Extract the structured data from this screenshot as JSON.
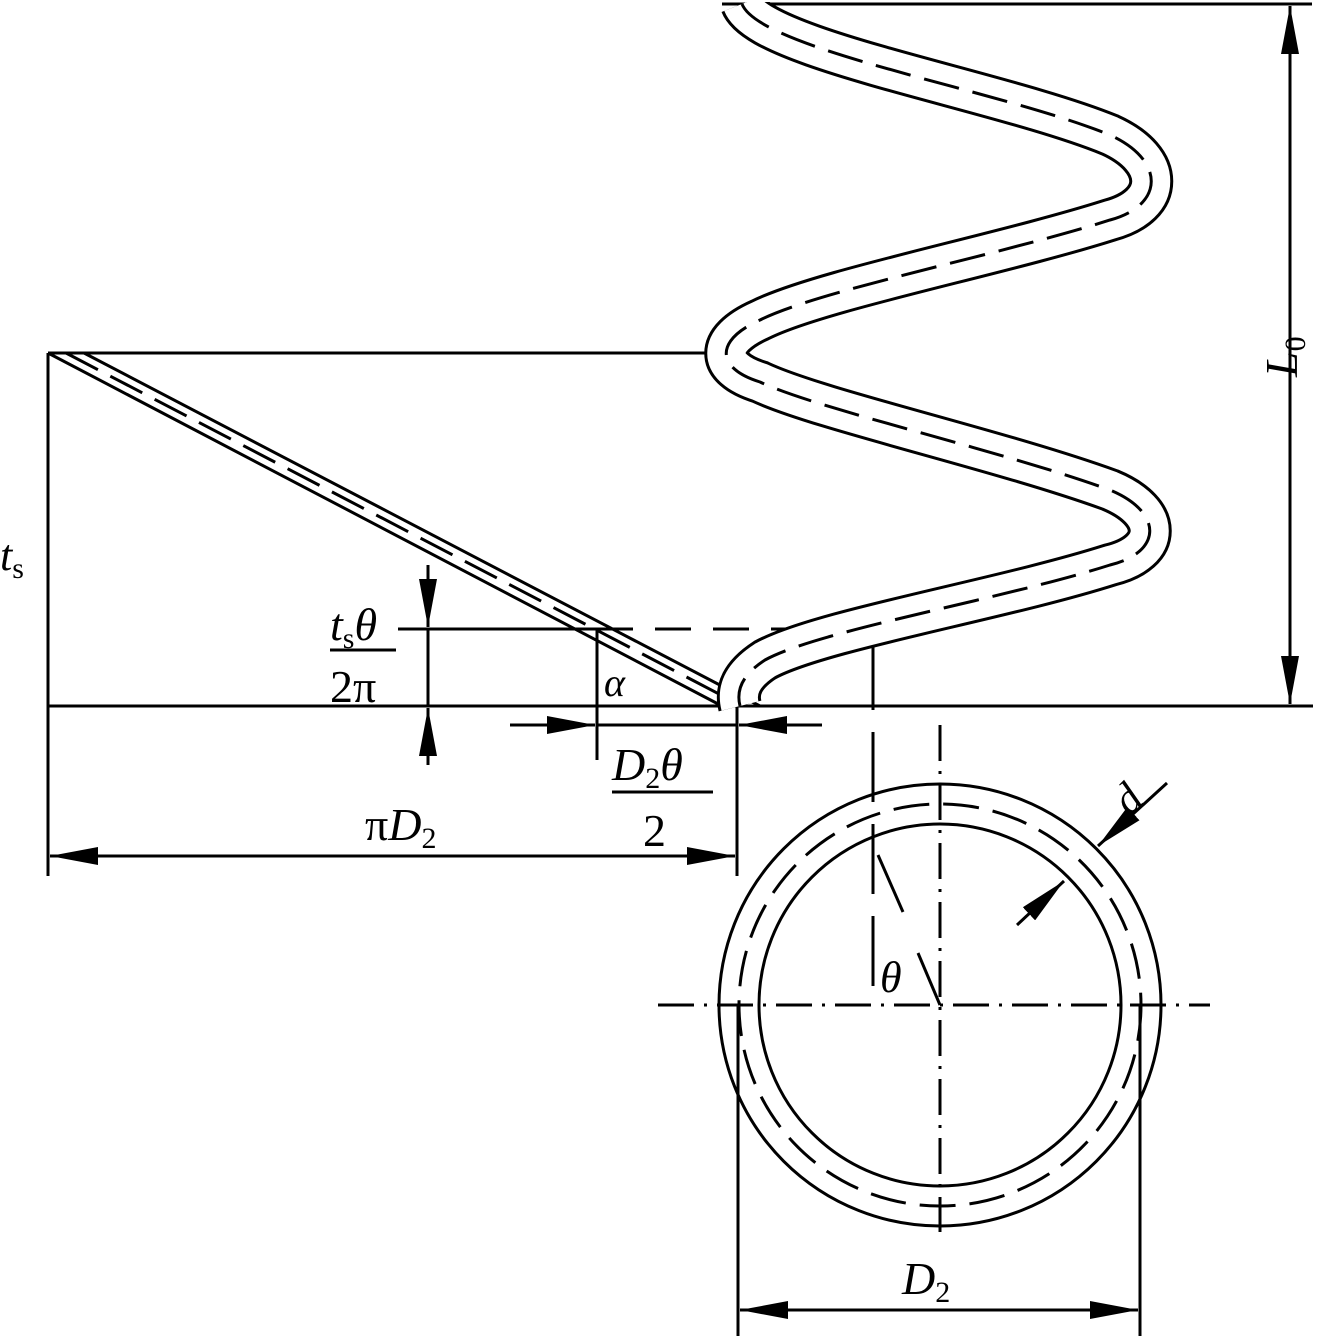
{
  "colors": {
    "ink": "#000000",
    "background": "#ffffff"
  },
  "labels": {
    "ts": {
      "main": "t",
      "sub": "s"
    },
    "ts_theta_num": {
      "main": "t",
      "sub": "s",
      "tail": "θ"
    },
    "two_pi": "2π",
    "alpha": "α",
    "d2_theta_num": {
      "main": "D",
      "sub": "2",
      "tail": "θ"
    },
    "two": "2",
    "pi_d2": {
      "pre": "π",
      "main": "D",
      "sub": "2"
    },
    "theta": "θ",
    "d": "d",
    "d2": {
      "main": "D",
      "sub": "2"
    },
    "l0": {
      "main": "L",
      "sub": "0"
    }
  }
}
